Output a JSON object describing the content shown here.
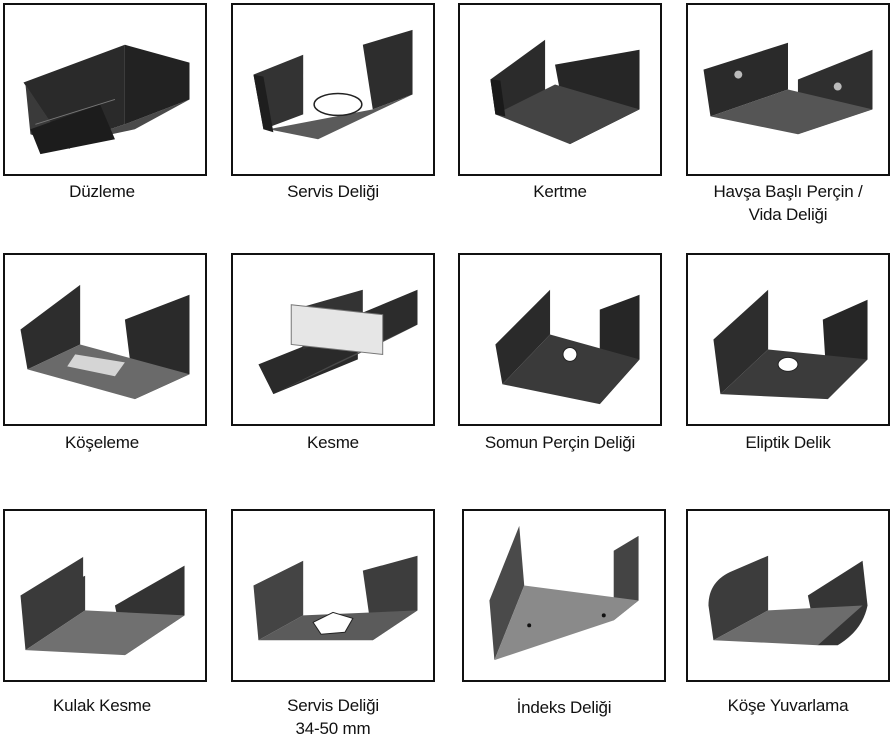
{
  "items": [
    {
      "label": "Düzleme",
      "line2": ""
    },
    {
      "label": "Servis Deliği",
      "line2": ""
    },
    {
      "label": "Kertme",
      "line2": ""
    },
    {
      "label": "Havşa Başlı Perçin /",
      "line2": "Vida Deliği"
    },
    {
      "label": "Köşeleme",
      "line2": ""
    },
    {
      "label": "Kesme",
      "line2": ""
    },
    {
      "label": "Somun Perçin Deliği",
      "line2": ""
    },
    {
      "label": "Eliptik Delik",
      "line2": ""
    },
    {
      "label": "Kulak Kesme",
      "line2": ""
    },
    {
      "label": "Servis Deliği",
      "line2": "34-50 mm"
    },
    {
      "label": "İndeks Deliği",
      "line2": ""
    },
    {
      "label": "Köşe Yuvarlama",
      "line2": ""
    }
  ]
}
